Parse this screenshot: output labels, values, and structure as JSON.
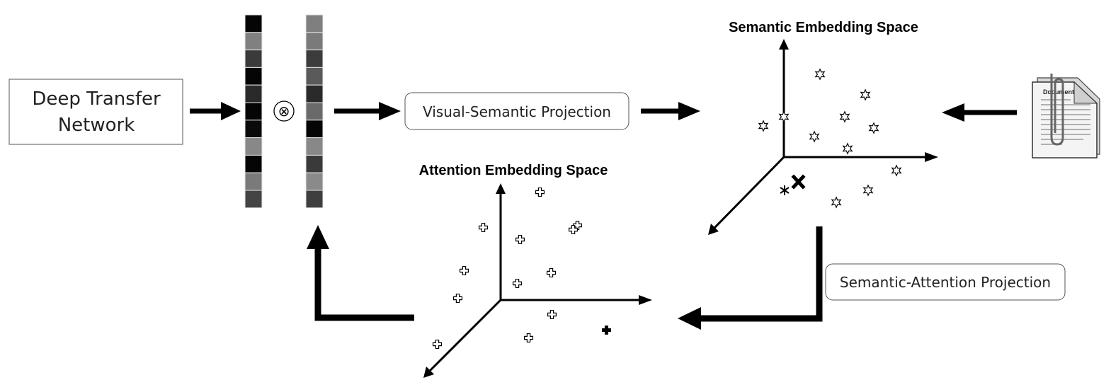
{
  "boxes": {
    "deep_transfer_line1": "Deep Transfer",
    "deep_transfer_line2": "Network",
    "visual_semantic": "Visual-Semantic Projection",
    "semantic_attention": "Semantic-Attention Projection"
  },
  "spaces": {
    "semantic_title": "Semantic Embedding Space",
    "attention_title": "Attention Embedding Space"
  },
  "operators": {
    "multiply_symbol": "⊗"
  },
  "document_icon": {
    "label": "Document"
  },
  "feature_vectors": {
    "left_shades": [
      "#050505",
      "#808080",
      "#3a3a3a",
      "#050505",
      "#2a2a2a",
      "#050505",
      "#0a0a0a",
      "#888888",
      "#050505",
      "#7a7a7a",
      "#444444"
    ],
    "right_shades": [
      "#7f7f7f",
      "#7a7a7a",
      "#3c3c3c",
      "#5a5a5a",
      "#2a2a2a",
      "#6a6a6a",
      "#050505",
      "#888888",
      "#3a3a3a",
      "#8a8a8a",
      "#3e3e3e"
    ]
  },
  "colors": {
    "ink": "#000000",
    "box_border": "#555555"
  }
}
